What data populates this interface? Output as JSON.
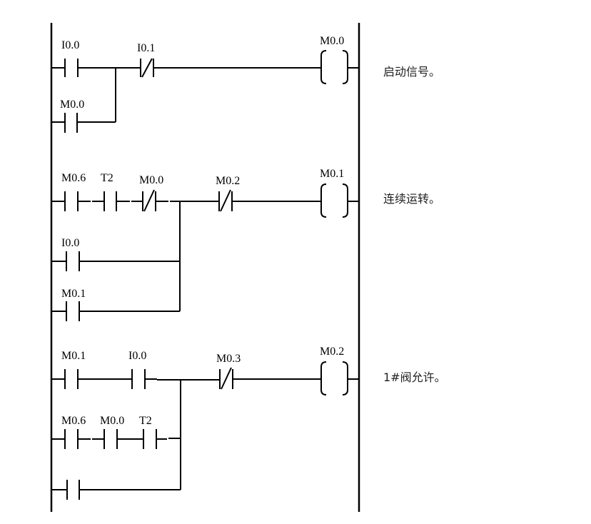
{
  "diagram": {
    "type": "ladder-logic",
    "rungs": [
      {
        "id": 1,
        "comment": "启动信号。",
        "coil": "M0.0",
        "main_branch": [
          {
            "type": "NO",
            "label": "I0.0"
          },
          {
            "type": "NC",
            "label": "I0.1"
          }
        ],
        "parallel_branches": [
          [
            {
              "type": "NO",
              "label": "M0.0"
            }
          ]
        ]
      },
      {
        "id": 2,
        "comment": "连续运转。",
        "coil": "M0.1",
        "main_branch": [
          {
            "type": "NO",
            "label": "M0.6"
          },
          {
            "type": "NO",
            "label": "T2"
          },
          {
            "type": "NC",
            "label": "M0.0"
          },
          {
            "type": "NC",
            "label": "M0.2"
          }
        ],
        "parallel_branches": [
          [
            {
              "type": "NO",
              "label": "I0.0"
            }
          ],
          [
            {
              "type": "NO",
              "label": "M0.1"
            }
          ]
        ]
      },
      {
        "id": 3,
        "comment": "1#阀允许。",
        "coil": "M0.2",
        "main_branch": [
          {
            "type": "NO",
            "label": "M0.1"
          },
          {
            "type": "NO",
            "label": "I0.0"
          },
          {
            "type": "NC",
            "label": "M0.3"
          }
        ],
        "parallel_branches": [
          [
            {
              "type": "NO",
              "label": "M0.6"
            },
            {
              "type": "NO",
              "label": "M0.0"
            },
            {
              "type": "NO",
              "label": "T2"
            }
          ],
          [
            {
              "type": "NO",
              "label": ""
            }
          ]
        ]
      }
    ]
  },
  "labels": {
    "r1_c1": "I0.0",
    "r1_c2": "I0.1",
    "r1_b1": "M0.0",
    "r1_coil": "M0.0",
    "r1_comment": "启动信号。",
    "r2_c1": "M0.6",
    "r2_c2": "T2",
    "r2_c3": "M0.0",
    "r2_c4": "M0.2",
    "r2_b1": "I0.0",
    "r2_b2": "M0.1",
    "r2_coil": "M0.1",
    "r2_comment": "连续运转。",
    "r3_c1": "M0.1",
    "r3_c2": "I0.0",
    "r3_c3": "M0.3",
    "r3_b1a": "M0.6",
    "r3_b1b": "M0.0",
    "r3_b1c": "T2",
    "r3_coil": "M0.2",
    "r3_comment": "1#阀允许。"
  }
}
